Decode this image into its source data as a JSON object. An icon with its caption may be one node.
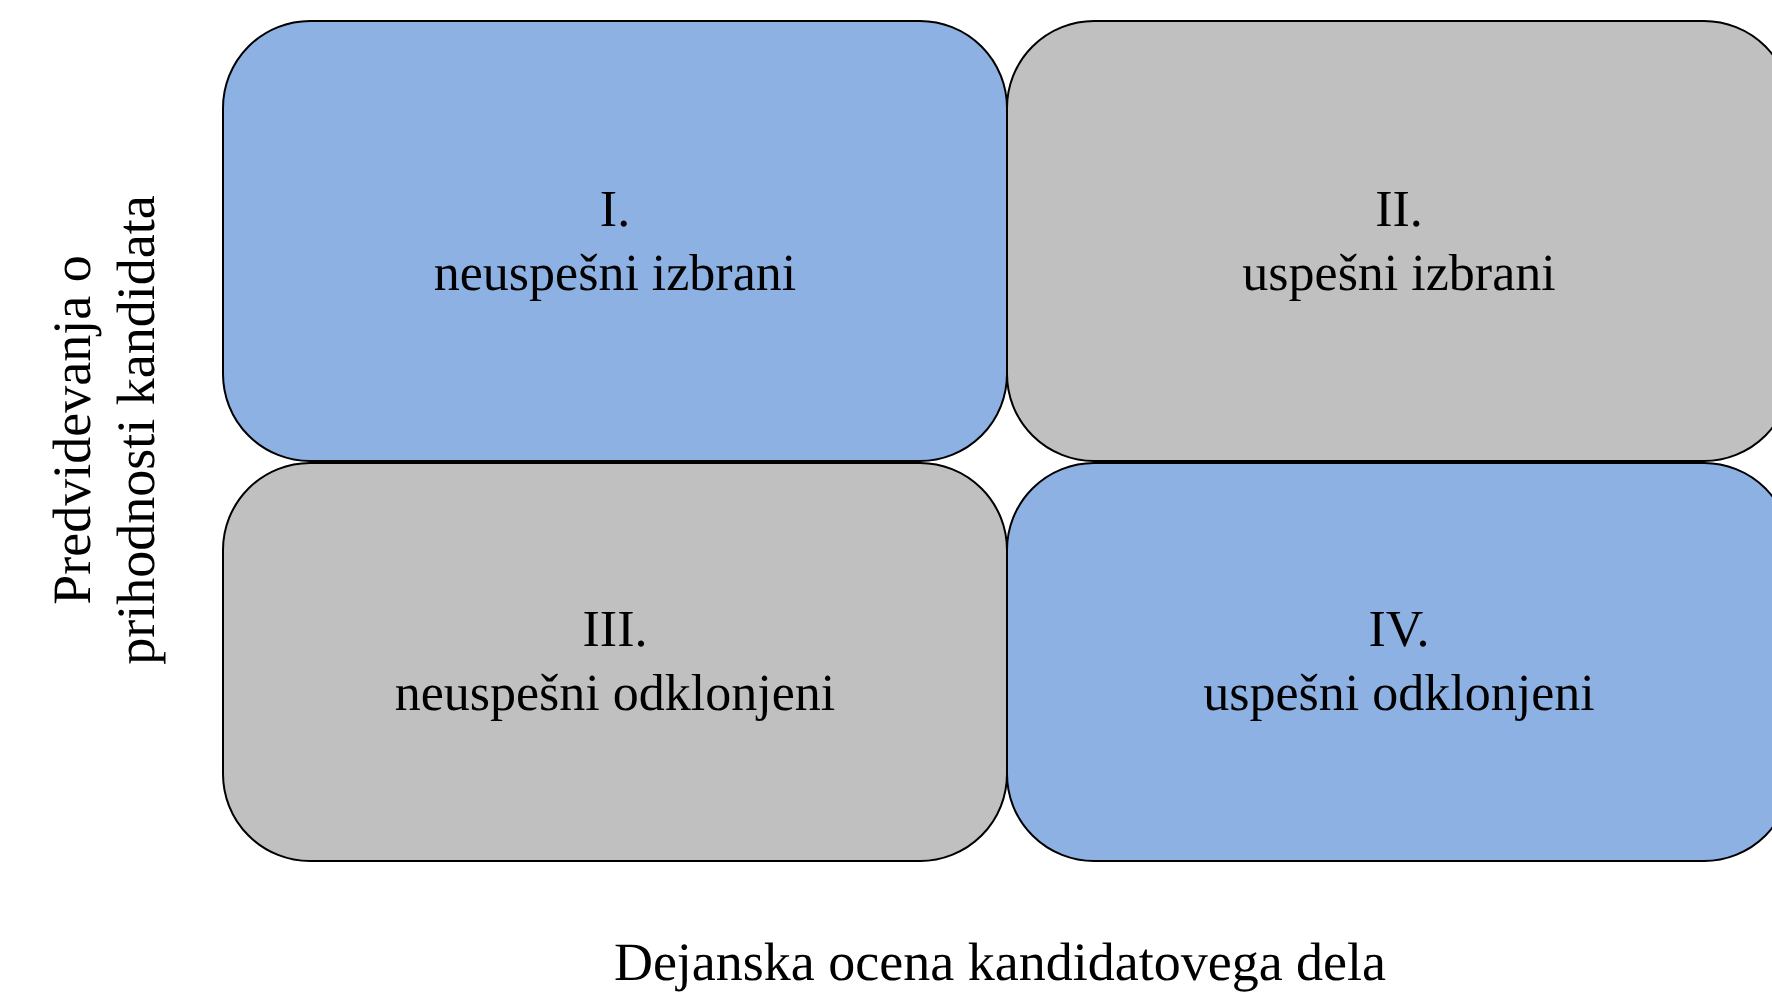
{
  "diagram": {
    "nodes": [
      {
        "text": [
          "I.",
          "neuspešni izbrani"
        ]
      },
      {
        "text": [
          "II.",
          "uspešni izbrani"
        ]
      },
      {
        "text": [
          "III.",
          "neuspešni odklonjeni"
        ]
      },
      {
        "text": [
          "IV.",
          "uspešni odklonjeni"
        ]
      }
    ],
    "labels": [
      "Predvidevanja o prihodnosti kandidata",
      "Dejanska ocena kandidatovega dela"
    ]
  }
}
